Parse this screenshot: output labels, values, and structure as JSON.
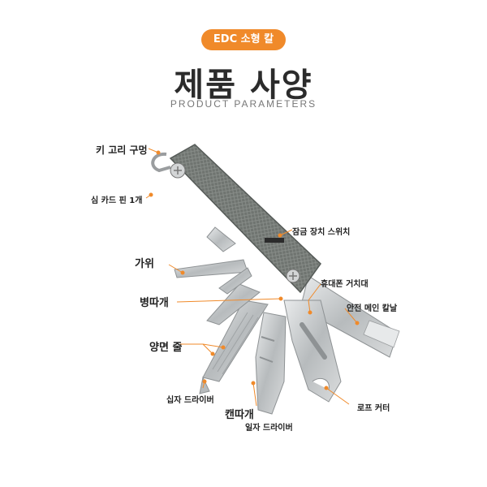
{
  "header": {
    "badge": "EDC 소형 칼",
    "title": "제품 사양",
    "subtitle": "PRODUCT PARAMETERS"
  },
  "labels": {
    "key_ring_hole": "키 고리 구멍",
    "sim_card_pin": "심 카드 핀 1개",
    "lock_switch": "잠금 장치 스위치",
    "scissors": "가위",
    "phone_stand": "휴대폰 거치대",
    "bottle_opener": "병따개",
    "main_blade": "안전 메인 칼날",
    "double_file": "양면 줄",
    "phillips_driver": "십자 드라이버",
    "rope_cutter": "로프 커터",
    "can_opener": "캔따개",
    "flat_driver": "일자 드라이버"
  },
  "colors": {
    "accent": "#f08a2a",
    "handle": "#6f7470",
    "steel": "#c9cccd"
  }
}
